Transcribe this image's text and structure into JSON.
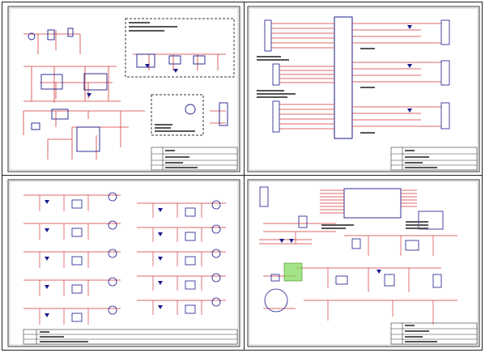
{
  "figure": {
    "panels": [
      {
        "id": "power-supply-sheet"
      },
      {
        "id": "io-connector-sheet"
      },
      {
        "id": "driver-array-sheet"
      },
      {
        "id": "mcu-sheet"
      }
    ],
    "colors": {
      "wire": "#d23a3a",
      "component": "#1a1a8c",
      "frame": "#333333",
      "annotation": "#333333",
      "highlight": "#7ed957"
    }
  }
}
